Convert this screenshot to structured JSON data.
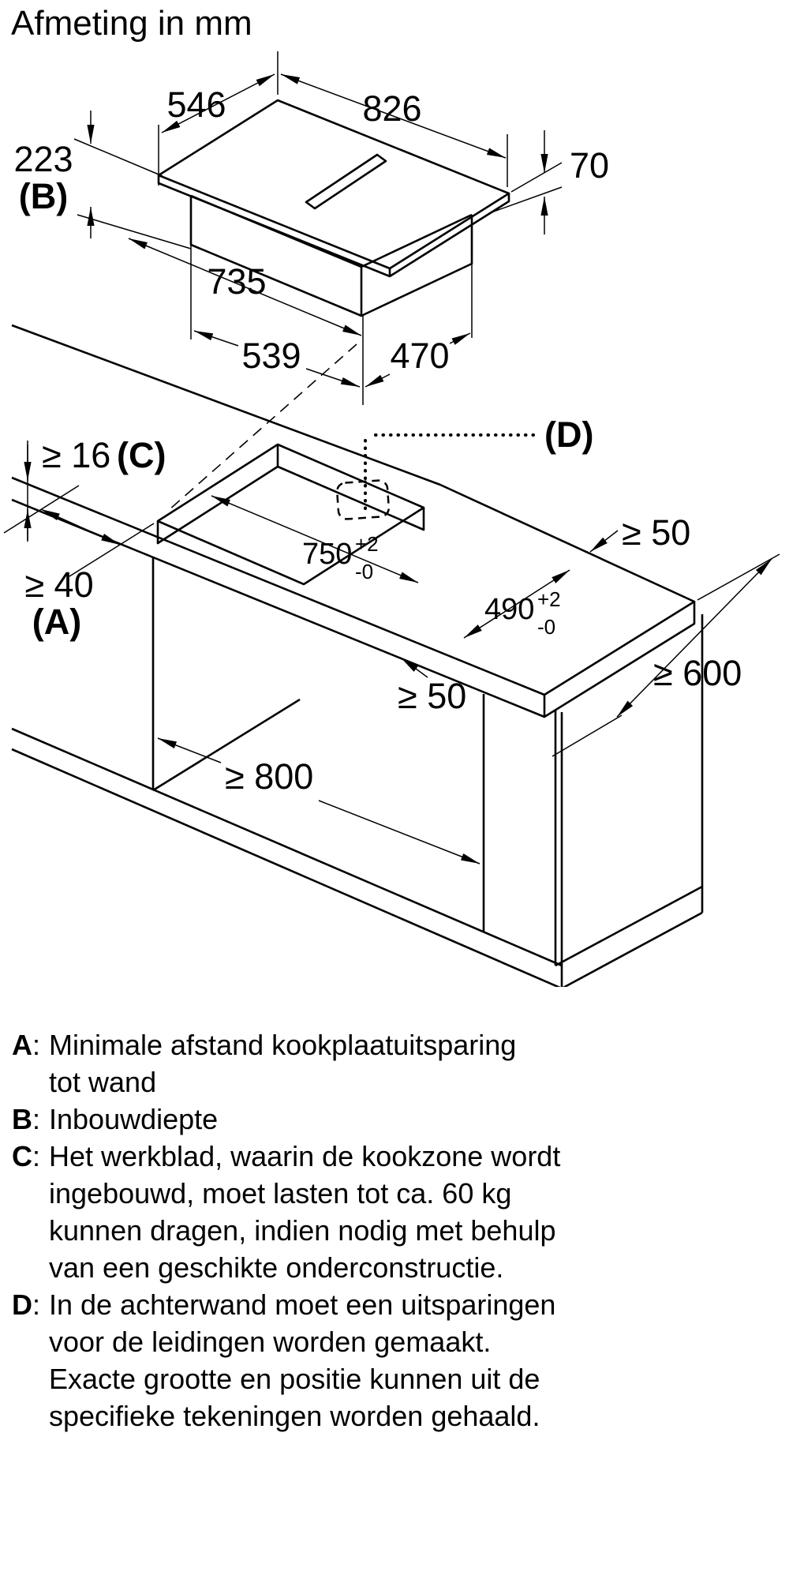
{
  "title": "Afmeting in mm",
  "hob_view": {
    "depth_top": "546",
    "width_top": "826",
    "edge_height": "70",
    "build_in_depth": "223",
    "build_in_ref": "(B)",
    "body_width": "735",
    "body_depth_left": "539",
    "body_depth_right": "470"
  },
  "install_view": {
    "worktop_thickness": "≥ 16",
    "worktop_ref": "(C)",
    "wall_distance": "≥ 40",
    "wall_ref": "(A)",
    "pipe_ref": "(D)",
    "cutout_width": "750",
    "cutout_width_plus": "+2",
    "cutout_width_minus": "-0",
    "cutout_depth": "490",
    "cutout_depth_plus": "+2",
    "cutout_depth_minus": "-0",
    "clearance_back": "≥ 50",
    "clearance_front": "≥ 50",
    "worktop_depth": "≥ 600",
    "cabinet_width": "≥ 800"
  },
  "legend": {
    "entries": [
      {
        "letter": "A",
        "sep": ":",
        "lines": [
          "Minimale afstand kookplaatuitsparing",
          "tot wand"
        ]
      },
      {
        "letter": "B",
        "sep": ":",
        "lines": [
          "Inbouwdiepte"
        ]
      },
      {
        "letter": "C",
        "sep": ":",
        "lines": [
          "Het werkblad, waarin de kookzone wordt",
          "ingebouwd, moet lasten tot ca. 60 kg",
          "kunnen dragen, indien nodig met behulp",
          "van een geschikte onderconstructie."
        ]
      },
      {
        "letter": "D",
        "sep": ":",
        "lines": [
          "In de achterwand moet een uitsparingen",
          "voor de leidingen worden gemaakt.",
          "Exacte grootte en positie kunnen uit de",
          "specifieke tekeningen worden gehaald."
        ]
      }
    ]
  }
}
